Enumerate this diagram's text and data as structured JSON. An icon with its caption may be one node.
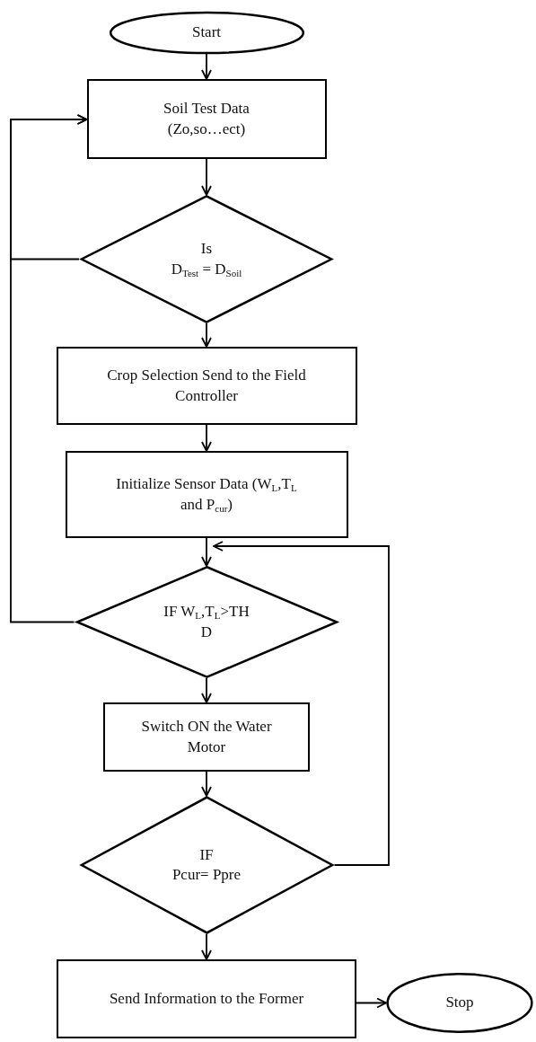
{
  "diagram": {
    "nodes": [
      {
        "text": [
          "Start"
        ]
      },
      {
        "text": [
          "Soil Test Data (Zo,so…ect)"
        ]
      },
      {
        "text": [
          "Is",
          "D$_{Test}$ = D$_{Soil}$"
        ]
      },
      {
        "text": [
          "Crop Selection Send to the Field Controller"
        ]
      },
      {
        "text": [
          "Initialize Sensor Data (W$_{L}$,T$_{L}$ and P$_{cur}$)"
        ]
      },
      {
        "text": [
          "IF W$_{L}$,T$_{L}$>TH D"
        ]
      },
      {
        "text": [
          "Switch ON the Water Motor"
        ]
      },
      {
        "text": [
          "IF",
          "Pcur= Ppre"
        ]
      },
      {
        "text": [
          "Send Information to the Former"
        ]
      },
      {
        "text": [
          "Stop"
        ]
      }
    ],
    "edges": [
      {
        "from": 0,
        "to": 1,
        "arrow": "to"
      },
      {
        "from": 1,
        "to": 2,
        "arrow": "to"
      },
      {
        "from": 2,
        "to": 3,
        "arrow": "to"
      },
      {
        "from": 3,
        "to": 4,
        "arrow": "to"
      },
      {
        "from": 4,
        "to": 5,
        "arrow": "to"
      },
      {
        "from": 5,
        "to": 6,
        "arrow": "to"
      },
      {
        "from": 6,
        "to": 7,
        "arrow": "to"
      },
      {
        "from": 7,
        "to": 8,
        "arrow": "to"
      },
      {
        "from": 8,
        "to": 9,
        "arrow": "to"
      },
      {
        "from": 2,
        "to": 1,
        "arrow": "to"
      },
      {
        "from": 5,
        "to": 1,
        "arrow": "to"
      },
      {
        "from": 7,
        "to": 5,
        "arrow": "to"
      }
    ]
  }
}
